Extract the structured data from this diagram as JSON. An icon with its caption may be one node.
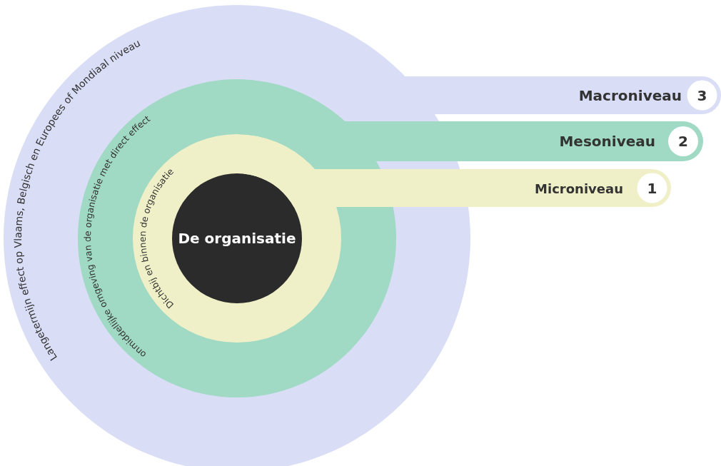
{
  "diagram": {
    "nodes": [
      {
        "text": [
          "Langetermijn effect op Vlaams, Belgisch en Europees of Mondiaal niveau"
        ]
      },
      {
        "text": [
          "onmiddellijke omgeving van de organisatie met direct effect"
        ],
        "in": 0
      },
      {
        "text": [
          "Dichtbij en binnen de organisatie"
        ],
        "in": 1
      },
      {
        "text": [
          "De organisatie"
        ],
        "in": 2
      },
      {
        "text": [
          "Macroniveau",
          "3"
        ]
      },
      {
        "text": [
          "Mesoniveau",
          "2"
        ]
      },
      {
        "text": [
          "Microniveau",
          "1"
        ]
      }
    ]
  }
}
